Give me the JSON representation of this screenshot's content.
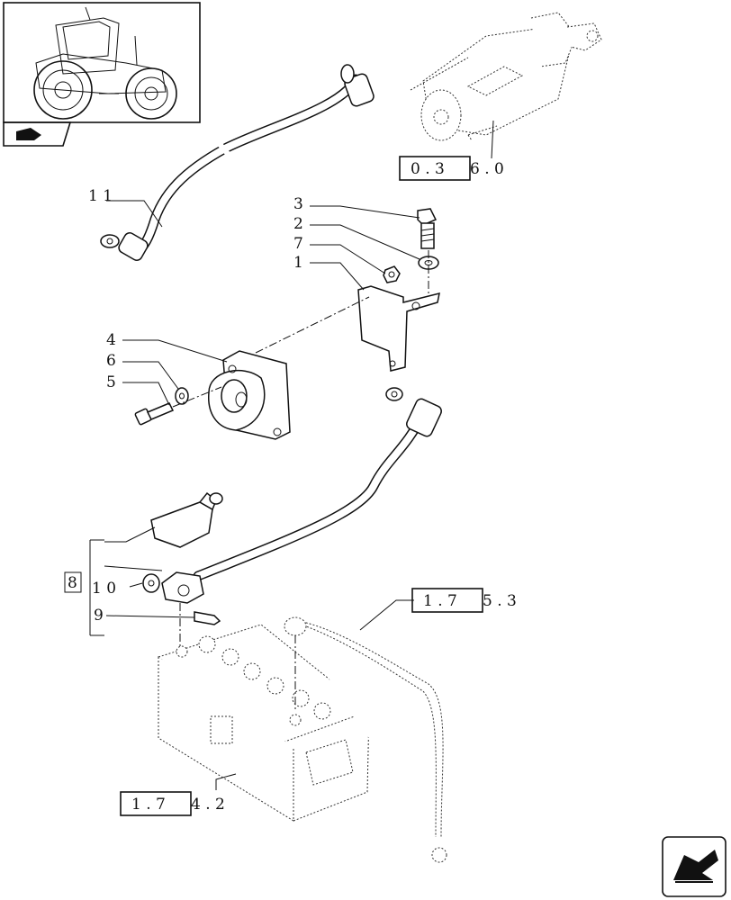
{
  "callouts": {
    "c11": "1 1",
    "c3": "3",
    "c2": "2",
    "c7": "7",
    "c1": "1",
    "c4": "4",
    "c6": "6",
    "c5": "5",
    "c8": "8",
    "c10": "1 0",
    "c9": "9"
  },
  "refs": {
    "starter_ref": {
      "boxed": "0 . 3",
      "tail": "6 . 0"
    },
    "cable_ref": {
      "boxed": "1 . 7",
      "tail": "5 . 3"
    },
    "battery_ref": {
      "boxed": "1 . 7",
      "tail": "4 . 2"
    }
  },
  "icons": {
    "thumbnail": "tractor-thumbnail-icon",
    "section_marker": "folder-arrow-icon",
    "nav": "next-page-arrow-icon"
  }
}
